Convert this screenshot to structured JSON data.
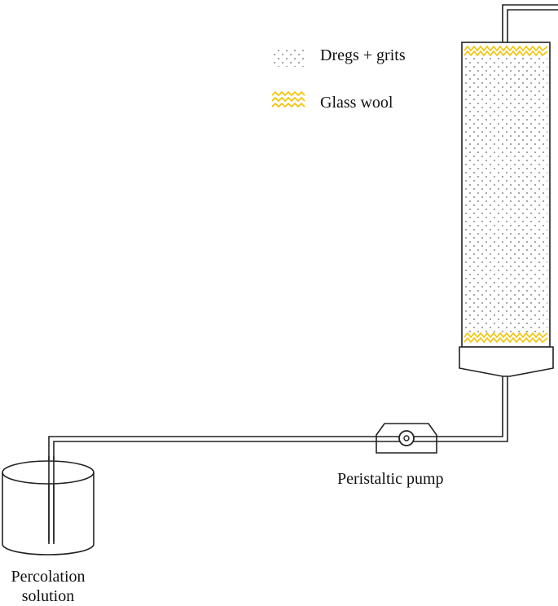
{
  "legend": {
    "dregs_label": "Dregs + grits",
    "glass_wool_label": "Glass wool"
  },
  "labels": {
    "pump": "Peristaltic pump",
    "solution_line1": "Percolation",
    "solution_line2": "solution"
  },
  "colors": {
    "line": "#222222",
    "glass_wool": "#f2c200",
    "dots": "#555555",
    "background": "#ffffff"
  }
}
